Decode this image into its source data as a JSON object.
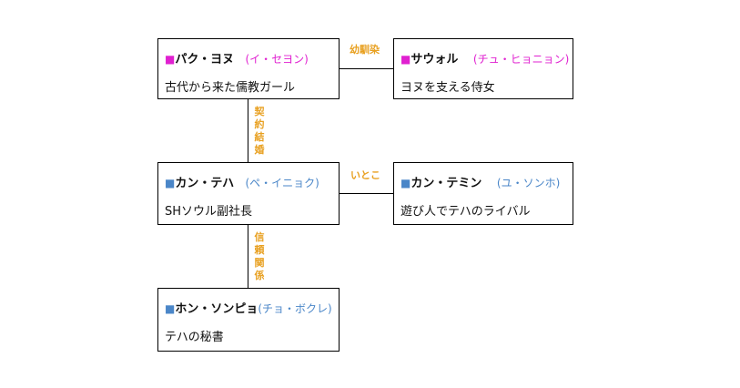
{
  "colors": {
    "pink": "#e020d0",
    "blue": "#4a86c8",
    "relation": "#e8a020",
    "border": "#000000"
  },
  "characters": [
    {
      "id": "park-yoonu",
      "marker": "■",
      "marker_color": "pink",
      "name": "パク・ヨヌ",
      "actor": "(イ・セヨン)",
      "description": "古代から来た儒教ガール"
    },
    {
      "id": "sawol",
      "marker": "■",
      "marker_color": "pink",
      "name": "サウォル",
      "actor": "(チュ・ヒョニョン)",
      "description": "ヨヌを支える侍女"
    },
    {
      "id": "kang-taeha",
      "marker": "■",
      "marker_color": "blue",
      "name": "カン・テハ",
      "actor": "(ペ・イニョク)",
      "description": "SHソウル副社長"
    },
    {
      "id": "kang-taemin",
      "marker": "■",
      "marker_color": "blue",
      "name": "カン・テミン",
      "actor": "(ユ・ソンホ)",
      "description": "遊び人でテハのライバル"
    },
    {
      "id": "hong-sonpyo",
      "marker": "■",
      "marker_color": "blue",
      "name": "ホン・ソンピョ",
      "actor": "(チョ・ボクレ)",
      "description": "テハの秘書"
    }
  ],
  "relations": [
    {
      "id": "yoonu-sawol",
      "label": "幼馴染"
    },
    {
      "id": "yoonu-taeha",
      "label": "契約結婚"
    },
    {
      "id": "taeha-taemin",
      "label": "いとこ"
    },
    {
      "id": "taeha-sonpyo",
      "label": "信頼関係"
    }
  ]
}
